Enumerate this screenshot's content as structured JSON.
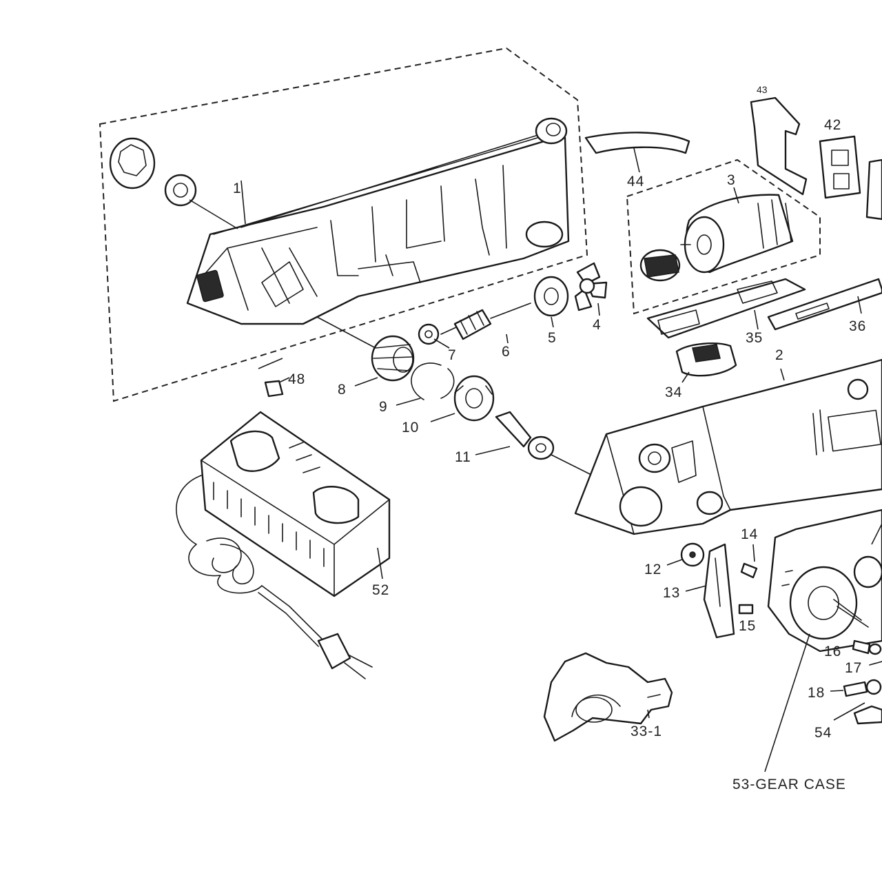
{
  "diagram": {
    "labels": {
      "p1": "1",
      "p2": "2",
      "p3": "3",
      "p4": "4",
      "p5": "5",
      "p6": "6",
      "p7": "7",
      "p8": "8",
      "p9": "9",
      "p10": "10",
      "p11": "11",
      "p12": "12",
      "p13": "13",
      "p14": "14",
      "p15": "15",
      "p16": "16",
      "p17": "17",
      "p18": "18",
      "p33_1": "33-1",
      "p34": "34",
      "p35": "35",
      "p36": "36",
      "p42": "42",
      "p43": "43",
      "p44": "44",
      "p48": "48",
      "p52": "52",
      "p53": "53-GEAR CASE",
      "p54": "54"
    }
  }
}
